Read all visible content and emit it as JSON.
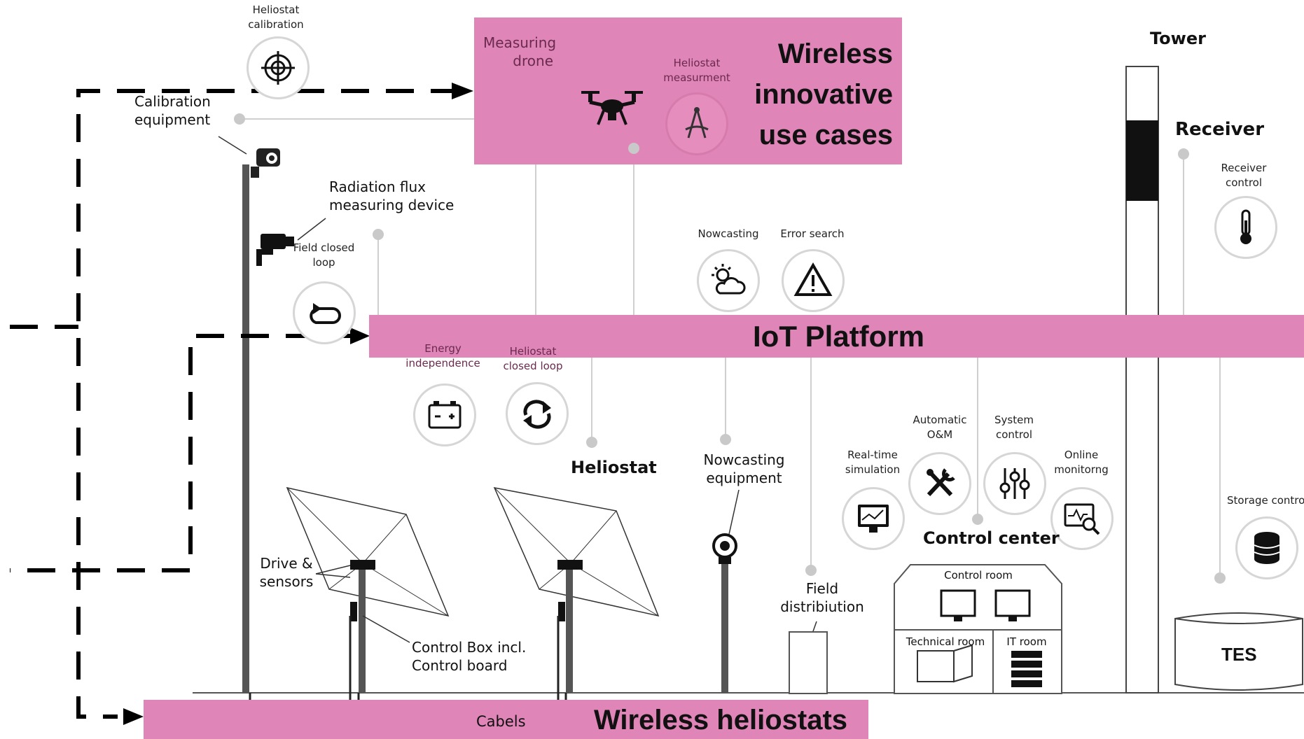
{
  "bands": {
    "wireless_innovative": "Wireless innovative use cases",
    "iot_platform": "IoT Platform",
    "wireless_heliostats": "Wireless heliostats",
    "cabels": "Cabels"
  },
  "labels": {
    "heliostat_calibration": "Heliostat calibration",
    "calibration_equipment": "Calibration equipment",
    "radiation_flux": "Radiation flux measuring device",
    "field_closed_loop": "Field closed loop",
    "measuring_drone": "Measuring drone",
    "heliostat_measurment": "Heliostat measurment",
    "tower": "Tower",
    "receiver": "Receiver",
    "receiver_control": "Receiver control",
    "nowcasting": "Nowcasting",
    "error_search": "Error search",
    "energy_independence": "Energy independence",
    "heliostat_closed_loop": "Heliostat closed loop",
    "heliostat": "Heliostat",
    "nowcasting_equipment": "Nowcasting equipment",
    "real_time_simulation": "Real-time simulation",
    "automatic_om": "Automatic O&M",
    "system_control": "System control",
    "online_monitoring": "Online monitorng",
    "storage_control": "Storage control",
    "control_center": "Control center",
    "control_room": "Control room",
    "technical_room": "Technical room",
    "it_room": "IT room",
    "tes": "TES",
    "field_distribution": "Field distribiution",
    "drive_sensors": "Drive & sensors",
    "control_box": "Control Box incl. Control board"
  },
  "colors": {
    "band_pink": "#e085b8",
    "dashed_line": "#000000",
    "connector_gray": "#c9c9c9"
  },
  "icons": {
    "heliostat_calibration": "target-icon",
    "heliostat_measurment": "compass-icon",
    "field_closed_loop": "loop-arrow-icon",
    "nowcasting": "sun-cloud-icon",
    "error_search": "warning-icon",
    "energy_independence": "battery-icon",
    "heliostat_closed_loop": "refresh-icon",
    "real_time_simulation": "monitor-chart-icon",
    "automatic_om": "tools-icon",
    "system_control": "sliders-icon",
    "online_monitoring": "monitor-search-icon",
    "receiver_control": "thermometer-icon",
    "storage_control": "database-icon"
  }
}
